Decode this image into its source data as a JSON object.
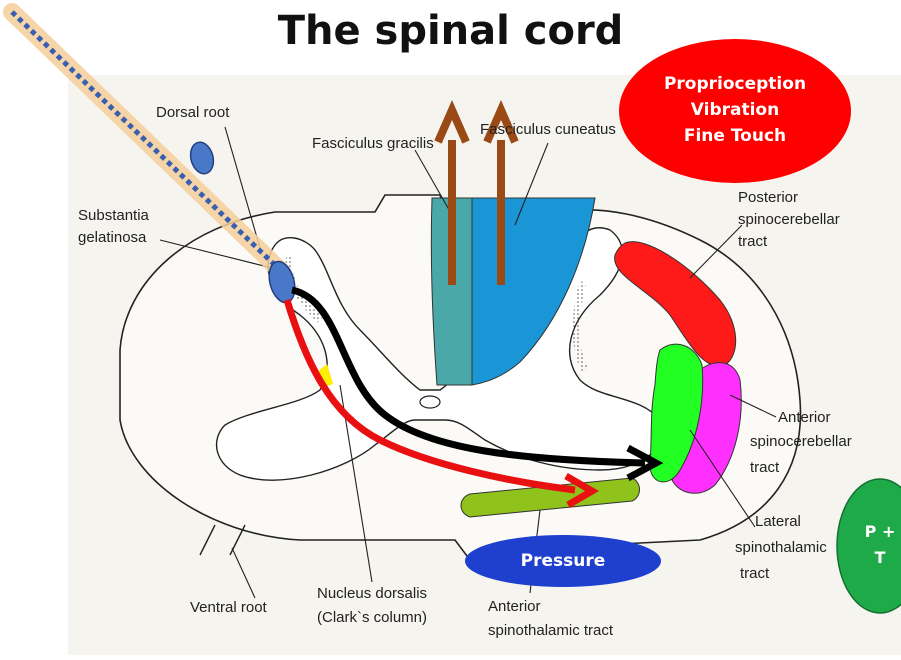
{
  "title": "The spinal cord",
  "labels": {
    "dorsal_root": "Dorsal root",
    "substantia_line1": "Substantia",
    "substantia_line2": "gelatinosa",
    "fasciculus_gracilis": "Fasciculus gracilis",
    "fasciculus_cuneatus": "Fasciculus cuneatus",
    "posterior_line1": "Posterior",
    "posterior_line2": "spinocerebellar",
    "posterior_line3": "tract",
    "anterior_sc_line1": "Anterior",
    "anterior_sc_line2": "spinocerebellar",
    "anterior_sc_line3": "tract",
    "lateral_line1": "Lateral",
    "lateral_line2": "spinothalamic",
    "lateral_line3": "tract",
    "nucleus_line1": "Nucleus dorsalis",
    "nucleus_line2": "(Clark`s column)",
    "ventral_root": "Ventral root",
    "anterior_st_line1": "Anterior",
    "anterior_st_line2": "spinothalamic tract"
  },
  "callouts": {
    "proprio_line1": "Proprioception",
    "proprio_line2": "Vibration",
    "proprio_line3": "Fine Touch",
    "pressure": "Pressure",
    "pt_line1": "P +",
    "pt_line2": "T"
  },
  "colors": {
    "proprio_oval": "#ff0000",
    "pressure_oval": "#1f3fcf",
    "pt_oval": "#1faa4a",
    "gracilis": "#4aa8a8",
    "cuneatus": "#1a96d6",
    "posterior_spinocerebellar": "#ff1a1a",
    "anterior_spinocerebellar": "#ff30ff",
    "lateral_spinothalamic": "#22ff22",
    "anterior_spinothalamic": "#8fc21a",
    "ascending_arrows": "#9a4a14"
  }
}
